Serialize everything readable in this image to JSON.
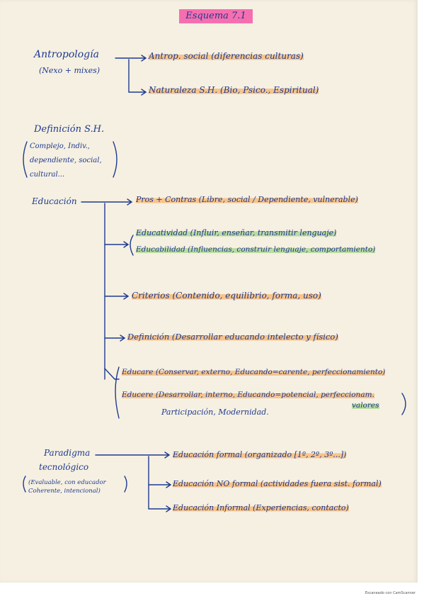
{
  "title": "Esquema 7.1",
  "antropologia": {
    "label": "Antropología",
    "sub": "(Nexo + mixes)",
    "b1": "Antrop. social (diferencias culturas)",
    "b2": "Naturaleza S.H. (Bio, Psico., Espiritual)"
  },
  "definicion": {
    "label": "Definición S.H.",
    "l1": "Complejo, Indiv.,",
    "l2": "dependiente, social,",
    "l3": "cultural..."
  },
  "educacion": {
    "label": "Educación",
    "b1": "Pros + Contras (Libre, social / Dependiente, vulnerable)",
    "b2a": "Educatividad (Influir, enseñar, transmitir lenguaje)",
    "b2b": "Educabilidad (Influencias, construir lenguaje, comportamiento)",
    "b3": "Criterios (Contenido, equilibrio, forma, uso)",
    "b4": "Definición (Desarrollar educando intelecto y físico)",
    "b5a": "Educare (Conservar, externo, Educando=carente, perfeccionamiento)",
    "b5b": "Educere (Desarrollar, interno, Educando=potencial, perfeccionam.",
    "b5b2": "valores",
    "b5c": "Participación, Modernidad."
  },
  "paradigma": {
    "l1": "Paradigma",
    "l2": "tecnológico",
    "l3": "(Evaluable, con educador",
    "l4": "Coherente, intencional)",
    "b1": "Educación formal (organizado [1º, 2º, 3º...])",
    "b2": "Educación NO formal (actividades fuera sist. formal)",
    "b3": "Educación Informal (Experiencias, contacto)"
  },
  "footer": "Escaneado con CamScanner",
  "colors": {
    "ink": "#1d3a8f",
    "highlight_orange": "#f7a046",
    "highlight_green": "#8cc86e",
    "title_pink": "#f56fb0",
    "paper": "#f6f0e2"
  }
}
